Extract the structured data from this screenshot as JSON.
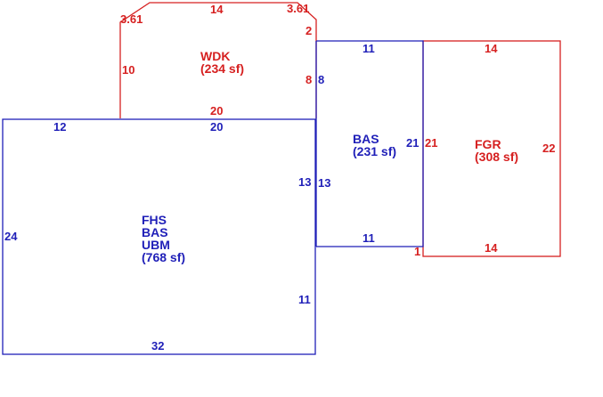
{
  "colors": {
    "blue": "#1f1fb8",
    "red": "#d62020"
  },
  "wdk": {
    "name": "WDK",
    "area": "(234 sf)",
    "dims": {
      "top": "14",
      "corner_left": "3.61",
      "corner_right": "3.61",
      "right_short": "2",
      "left": "10",
      "right": "8",
      "bottom": "20"
    }
  },
  "bas_mid": {
    "name": "BAS",
    "area": "(231 sf)",
    "dims": {
      "top": "11",
      "left_upper": "8",
      "left_lower": "13",
      "right": "21",
      "bottom": "11"
    }
  },
  "fgr": {
    "name": "FGR",
    "area": "(308 sf)",
    "dims": {
      "top": "14",
      "left": "21",
      "right": "22",
      "bottom": "14",
      "offset": "1"
    }
  },
  "main": {
    "names": [
      "FHS",
      "BAS",
      "UBM"
    ],
    "area": "(768 sf)",
    "dims": {
      "top_left": "12",
      "top_right": "20",
      "left": "24",
      "right_upper": "13",
      "right_lower": "11",
      "bottom": "32"
    }
  }
}
